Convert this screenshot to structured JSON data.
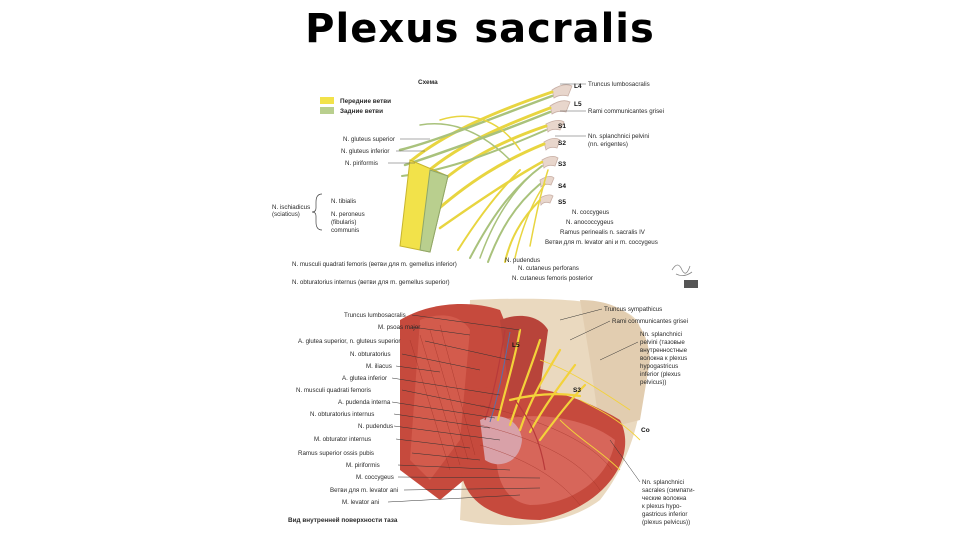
{
  "title": "Plexus sacralis",
  "top_figure": {
    "heading": "Схема",
    "legend": [
      {
        "label": "Передние ветви",
        "color": "#f2e24a"
      },
      {
        "label": "Задние ветви",
        "color": "#b9cf8e"
      }
    ],
    "segments": [
      "L4",
      "L5",
      "S1",
      "S2",
      "S3",
      "S4",
      "S5"
    ],
    "left_labels": [
      "N. gluteus superior",
      "N. gluteus inferior",
      "N. piriformis",
      "N. ischiadicus",
      "(sciaticus)",
      "N. tibialis",
      "N. peroneus",
      "(fibularis)",
      "communis"
    ],
    "right_labels": [
      "Truncus lumbosacralis",
      "Rami communicantes grisei",
      "Nn. splanchnici pelvini",
      "(nn. erigentes)",
      "N. coccygeus",
      "N. anococcygeus",
      "Ramus perinealis n. sacralis IV",
      "Ветви для m. levator ani и m. coccygeus"
    ],
    "bottom_labels": [
      "N. pudendus",
      "N. cutaneus perforans",
      "N. musculi quadrati femoris (ветви для m. gemellus inferior)",
      "N. cutaneus femoris posterior",
      "N. obturatorius internus (ветви для m. gemellus superior)"
    ]
  },
  "bottom_figure": {
    "left_labels": [
      "Truncus lumbosacralis",
      "M. psoas major",
      "A. glutea superior, n. gluteus superior",
      "N. obturatorius",
      "M. iliacus",
      "A. glutea inferior",
      "N. musculi quadrati femoris",
      "A. pudenda interna",
      "N. obturatorius internus",
      "N. pudendus",
      "M. obturator internus",
      "Ramus superior ossis pubis",
      "M. piriformis",
      "M. coccygeus",
      "Ветви для m. levator ani",
      "M. levator ani"
    ],
    "right_labels": [
      "Truncus sympathicus",
      "Rami communicantes grisei",
      "Nn. splanchnici",
      "pelvini (тазовые",
      "внутренностные",
      "волокна к plexus",
      "hypogastricus",
      "inferior (plexus",
      "pelvicus))",
      "Nn. splanchnici",
      "sacrales (симпати-",
      "ческие волокна",
      "к plexus hypo-",
      "gastricus inferior",
      "(plexus pelvicus))"
    ],
    "caption": "Вид внутренней поверхности таза"
  },
  "colors": {
    "anterior": "#f2e24a",
    "posterior": "#b9cf8e",
    "muscle": "#c8453a",
    "bone": "#e9d9bf"
  }
}
